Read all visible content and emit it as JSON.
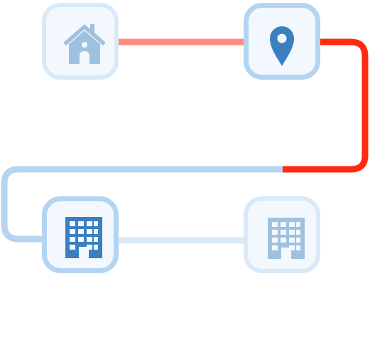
{
  "route": {
    "stops": [
      {
        "id": "home",
        "icon": "house-icon",
        "state": "visited"
      },
      {
        "id": "location",
        "icon": "map-pin-icon",
        "state": "current"
      },
      {
        "id": "office-active",
        "icon": "office-building-icon",
        "state": "highlighted"
      },
      {
        "id": "office-faded",
        "icon": "office-building-icon",
        "state": "inactive"
      }
    ]
  },
  "colors": {
    "connector_home_to_location": "#ff8a80",
    "connector_active": "#ff2a12",
    "connector_pending": "#b4d4f2",
    "connector_faded": "#dae9f8",
    "node_fill": "#f3f8ff",
    "node_border_light": "#dae9f8",
    "node_border_strong": "#b4d4f2",
    "icon_muted": "#9fc1df",
    "icon_strong": "#3a7fc0"
  }
}
